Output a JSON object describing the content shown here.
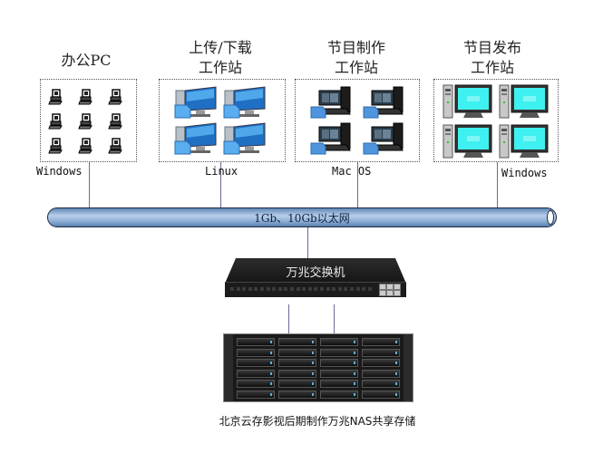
{
  "groups": [
    {
      "id": "office-pc",
      "title_lines": [
        "办公PC"
      ],
      "os": "Windows",
      "device_icon": "desktop-pc-icon",
      "device_count": 9
    },
    {
      "id": "upload-download",
      "title_lines": [
        "上传/下载",
        "工作站"
      ],
      "os": "Linux",
      "device_icon": "lcd-workstation-icon",
      "device_count": 4
    },
    {
      "id": "production",
      "title_lines": [
        "节目制作",
        "工作站"
      ],
      "os": "Mac OS",
      "device_icon": "edit-workstation-icon",
      "device_count": 4
    },
    {
      "id": "publishing",
      "title_lines": [
        "节目发布",
        "工作站"
      ],
      "os": "Windows",
      "device_icon": "tower-monitor-icon",
      "device_count": 4
    }
  ],
  "network": {
    "label": "1Gb、10Gb以太网"
  },
  "switch": {
    "label": "万兆交换机"
  },
  "storage": {
    "label": "北京云存影视后期制作万兆NAS共享存储"
  },
  "colors": {
    "bus": "#8fb0d6",
    "link": "#6a6a9a",
    "monitor_screen": "#3ff0f0"
  }
}
